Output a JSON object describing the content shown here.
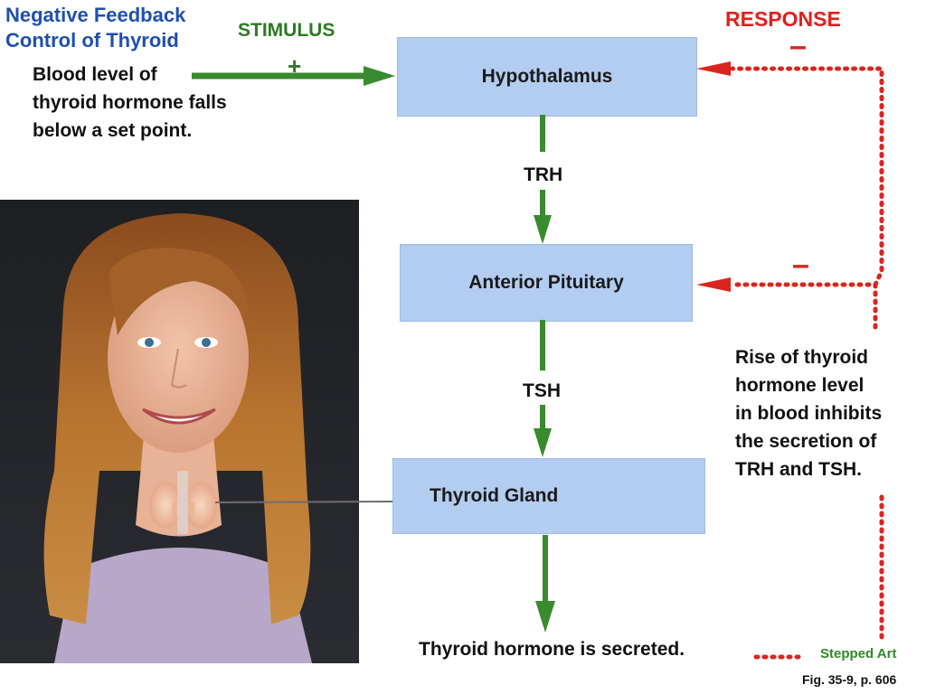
{
  "title": {
    "line1": "Negative Feedback",
    "line2": "Control of Thyroid"
  },
  "labels": {
    "stimulus": "STIMULUS",
    "response": "RESPONSE",
    "plus": "+",
    "minus": "–"
  },
  "stimulus_text": {
    "line1": "Blood level of",
    "line2": "thyroid hormone falls",
    "line3": "below a set point."
  },
  "boxes": {
    "hypothalamus": "Hypothalamus",
    "pituitary": "Anterior Pituitary",
    "thyroid": "Thyroid Gland"
  },
  "hormones": {
    "trh": "TRH",
    "tsh": "TSH"
  },
  "inhibit_text": {
    "line1": "Rise of thyroid",
    "line2": "hormone level",
    "line3": "in blood inhibits",
    "line4": "the secretion of",
    "line5": "TRH and TSH."
  },
  "secreted": "Thyroid hormone is secreted.",
  "stepped_art": "Stepped Art",
  "figure_caption": "Fig. 35-9, p. 606",
  "colors": {
    "stimulus_green": "#2e7a24",
    "response_red": "#d9251e",
    "box_blue": "#b3cdf0",
    "title_blue": "#1f4fb0"
  },
  "photo": {
    "icon": "woman-portrait-with-thyroid-gland"
  }
}
